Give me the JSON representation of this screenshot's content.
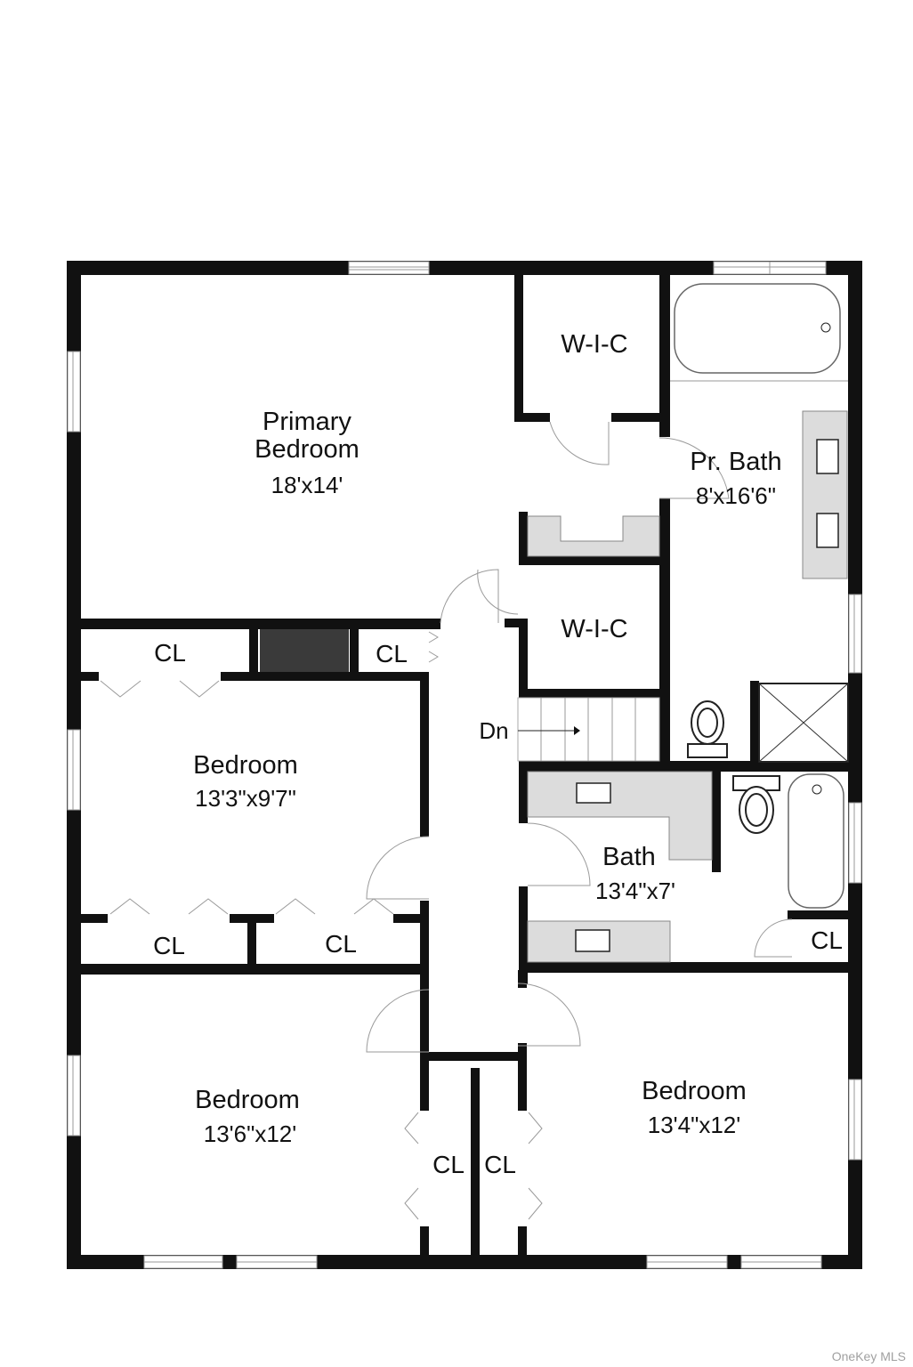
{
  "floor_plan": {
    "rooms": [
      {
        "id": "primary-bedroom",
        "name_line1": "Primary",
        "name_line2": "Bedroom",
        "dimensions": "18'x14'"
      },
      {
        "id": "wic-primary",
        "name": "W-I-C"
      },
      {
        "id": "primary-bath",
        "name": "Pr. Bath",
        "dimensions": "8'x16'6\""
      },
      {
        "id": "wic-hall",
        "name": "W-I-C"
      },
      {
        "id": "bedroom-2",
        "name": "Bedroom",
        "dimensions": "13'3\"x9'7\""
      },
      {
        "id": "bath",
        "name": "Bath",
        "dimensions": "13'4\"x7'"
      },
      {
        "id": "bedroom-3",
        "name": "Bedroom",
        "dimensions": "13'6\"x12'"
      },
      {
        "id": "bedroom-4",
        "name": "Bedroom",
        "dimensions": "13'4\"x12'"
      }
    ],
    "closets": {
      "cl1": "CL",
      "cl2": "CL",
      "cl3": "CL",
      "cl4": "CL",
      "cl5": "CL",
      "cl6": "CL",
      "cl7": "CL"
    },
    "stairs": {
      "label": "Dn"
    }
  },
  "watermark": "OneKey MLS"
}
